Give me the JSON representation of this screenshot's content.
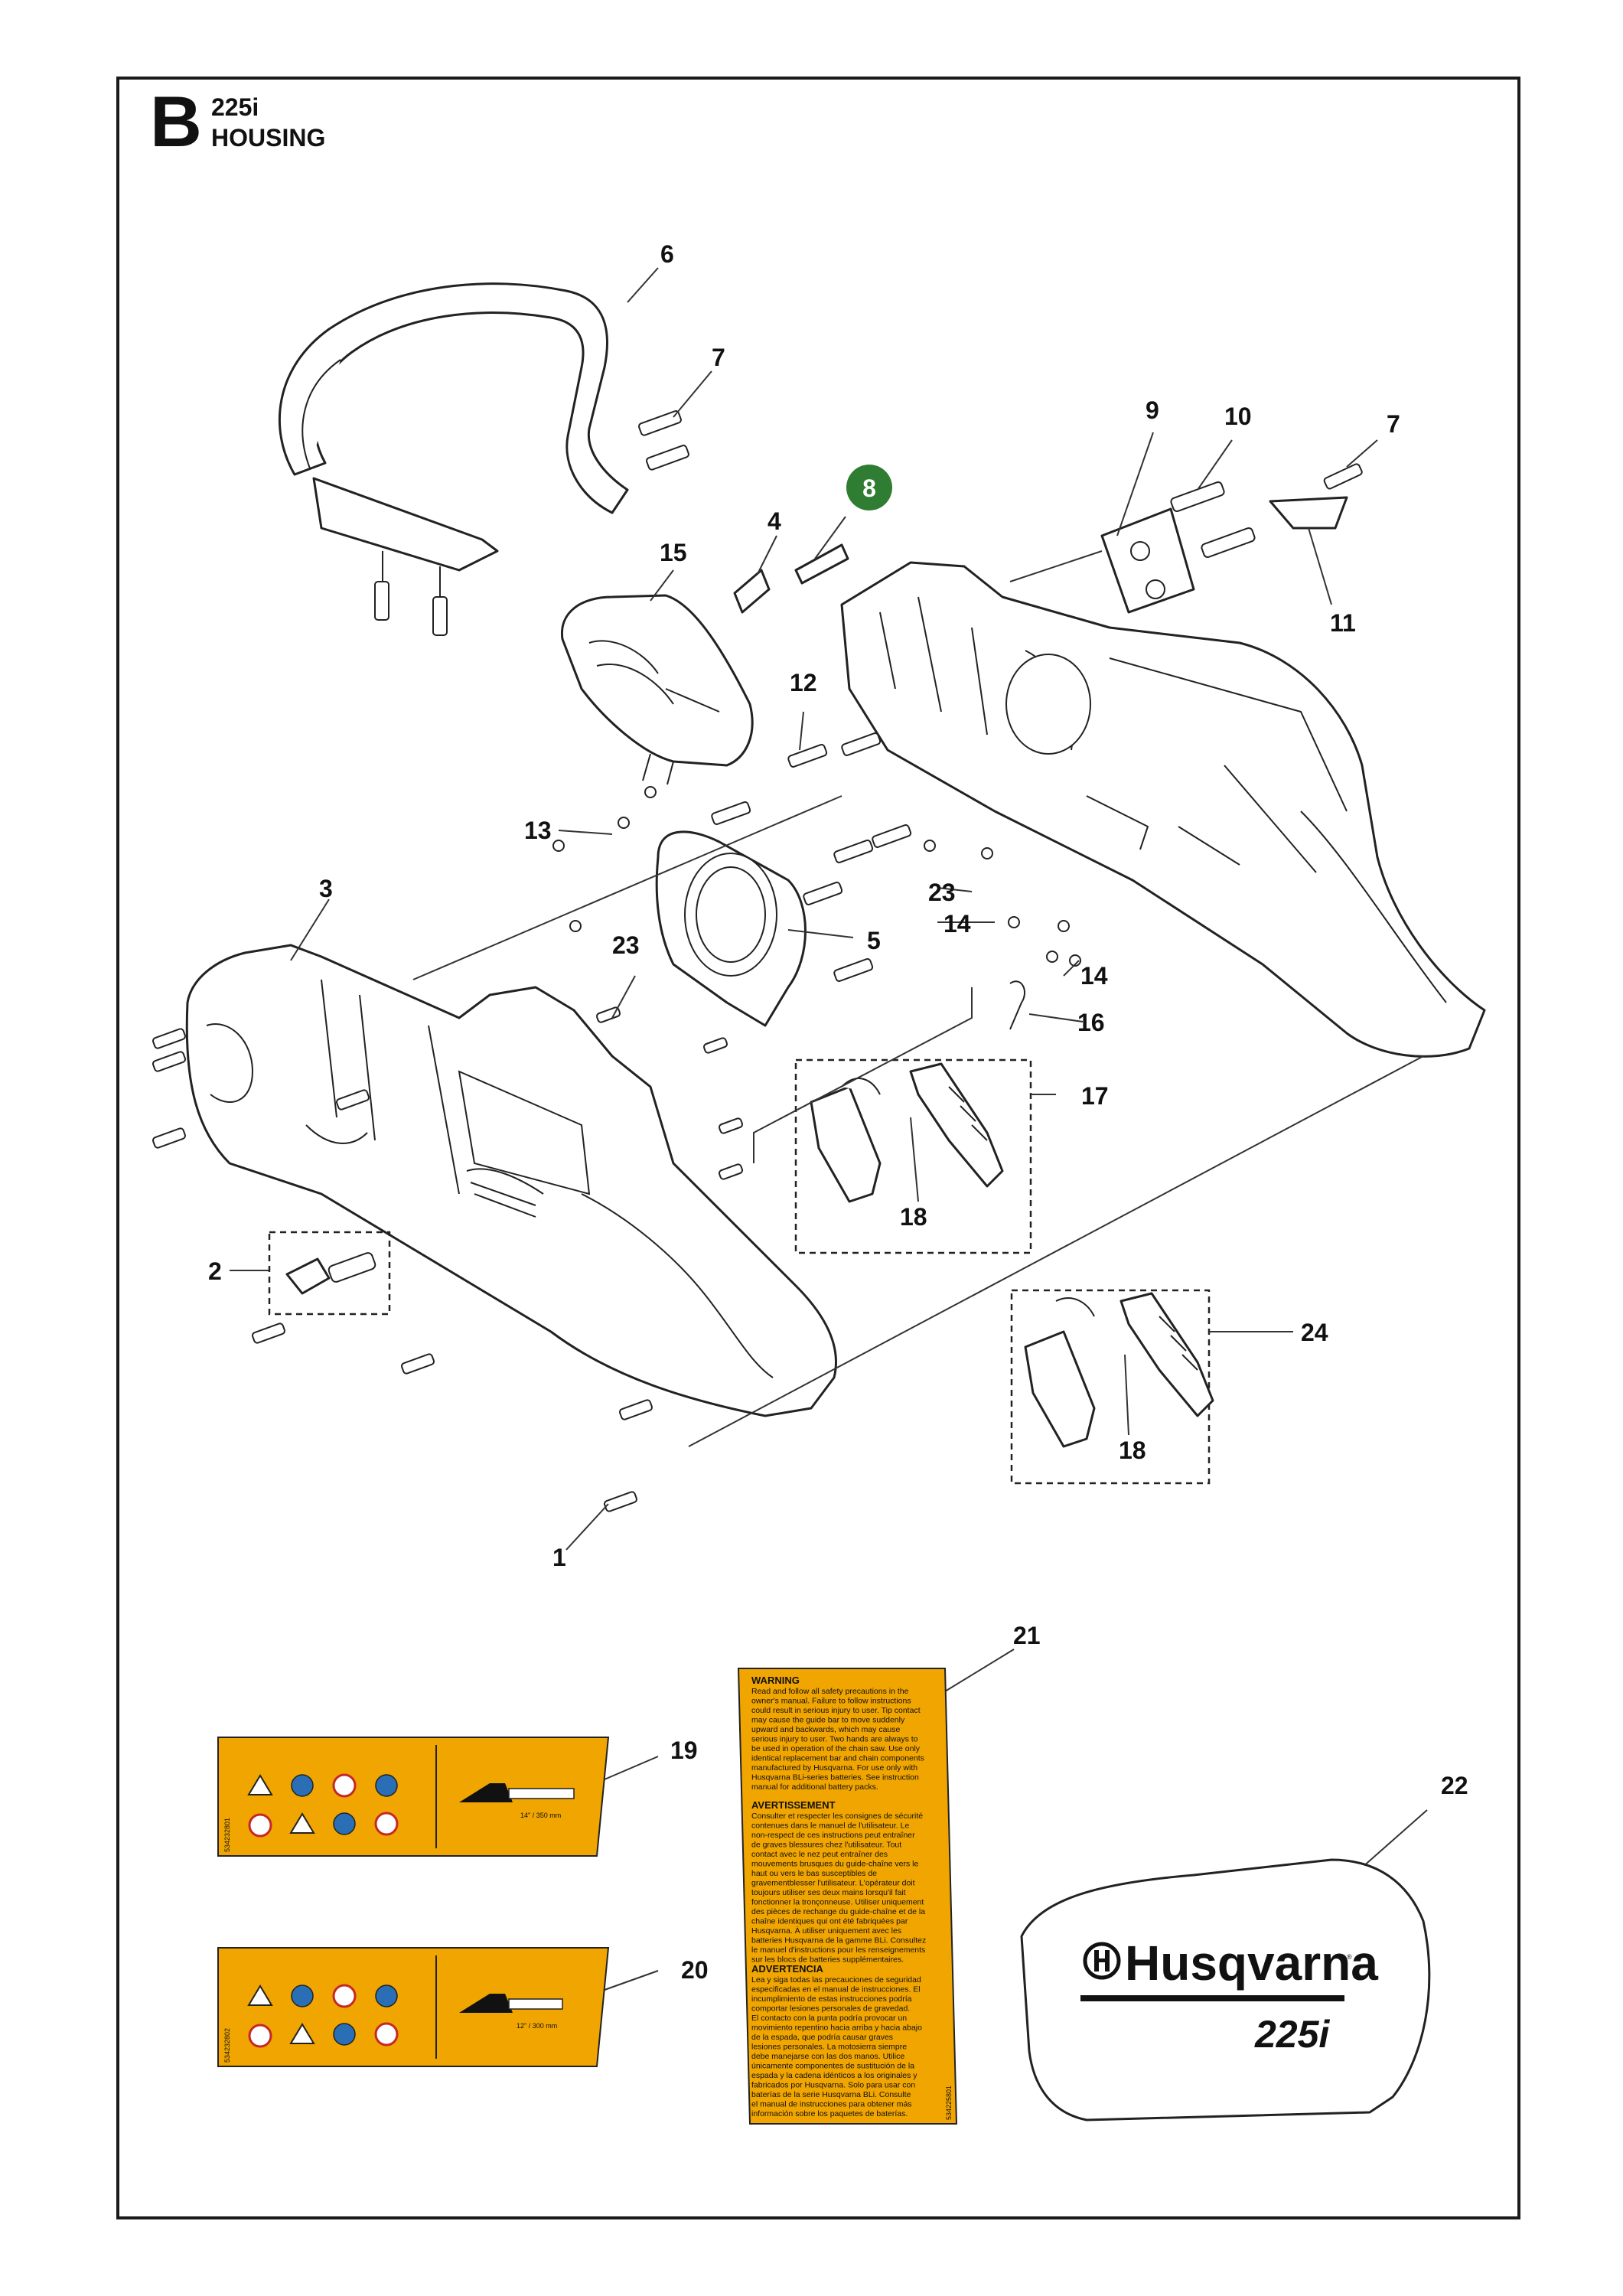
{
  "header": {
    "section_letter": "B",
    "model": "225i",
    "section": "HOUSING"
  },
  "callouts": {
    "c1": "1",
    "c2": "2",
    "c3": "3",
    "c4": "4",
    "c5": "5",
    "c6": "6",
    "c7a": "7",
    "c7b": "7",
    "c8": "8",
    "c9": "9",
    "c10": "10",
    "c11": "11",
    "c12": "12",
    "c13": "13",
    "c14a": "14",
    "c14b": "14",
    "c15": "15",
    "c16": "16",
    "c17": "17",
    "c18a": "18",
    "c18b": "18",
    "c19": "19",
    "c20": "20",
    "c21": "21",
    "c22": "22",
    "c23a": "23",
    "c23b": "23",
    "c24": "24"
  },
  "highlight": {
    "part": "8",
    "color": "#2e7d32"
  },
  "colors": {
    "decal": "#f0a500",
    "line": "#222222"
  },
  "decal19": {
    "bar_label": "14\" / 350 mm",
    "code": "534232801"
  },
  "decal20": {
    "bar_label": "12\" / 300 mm",
    "code": "534232802"
  },
  "decal21": {
    "code": "534225801",
    "en_title": "WARNING",
    "en_lines": [
      "Read and follow all safety precautions in the",
      "owner's manual. Failure to follow instructions",
      "could result in serious injury to user. Tip contact",
      "may cause the guide bar to move suddenly",
      "upward and backwards, which may cause",
      "serious injury to user. Two hands are always to",
      "be used in operation of the chain saw. Use only",
      "identical replacement bar and chain components",
      "manufactured by Husqvarna. For use only with",
      "Husqvarna BLi-series batteries. See instruction",
      "manual for additional battery packs."
    ],
    "fr_title": "AVERTISSEMENT",
    "fr_lines": [
      "Consulter et respecter les consignes de sécurité",
      "contenues dans le manuel de l'utilisateur. Le",
      "non-respect de ces instructions peut entraîner",
      "de graves blessures chez l'utilisateur. Tout",
      "contact avec le nez peut entraîner des",
      "mouvements brusques du guide-chaîne vers le",
      "haut ou vers le bas susceptibles de",
      "gravementblesser l'utilisateur. L'opérateur doit",
      "toujours utiliser ses deux mains lorsqu'il fait",
      "fonctionner la tronçonneuse. Utiliser uniquement",
      "des pièces de rechange du guide-chaîne et de la",
      "chaîne identiques qui ont été fabriquées par",
      "Husqvarna. À utiliser uniquement avec les",
      "batteries Husqvarna de la gamme BLi. Consultez",
      "le manuel d'instructions pour les renseignements",
      "sur les blocs de batteries supplémentaires."
    ],
    "es_title": "ADVERTENCIA",
    "es_lines": [
      "Lea y siga todas las precauciones de seguridad",
      "especificadas en el manual de instrucciones. El",
      "incumplimiento de estas instrucciones podría",
      "comportar lesiones personales de gravedad.",
      "El contacto con la punta podría provocar un",
      "movimiento repentino hacia arriba y hacia abajo",
      "de la espada, que podría causar graves",
      "lesiones personales. La motosierra siempre",
      "debe manejarse con las dos manos. Utilice",
      "únicamente componentes de sustitución de la",
      "espada y la cadena idénticos a los originales y",
      "fabricados por Husqvarna. Solo para usar con",
      "baterías de la serie Husqvarna BLi. Consulte",
      "el manual de instrucciones para obtener más",
      "información sobre los paquetes de baterías."
    ]
  },
  "decal22": {
    "brand": "Husqvarna",
    "trademark": "®",
    "model": "225i"
  }
}
